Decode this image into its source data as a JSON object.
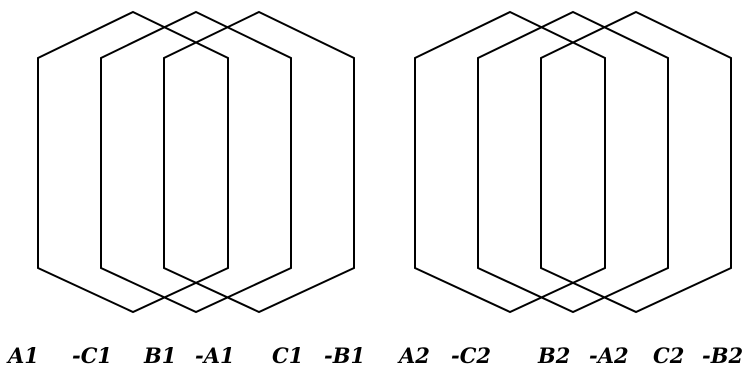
{
  "diagram": {
    "groups": [
      {
        "coils": [
          {
            "labels": [
              "A1",
              "-C1"
            ]
          },
          {
            "labels": [
              "B1",
              "-A1"
            ]
          },
          {
            "labels": [
              "C1",
              "-B1"
            ]
          }
        ]
      },
      {
        "coils": [
          {
            "labels": [
              "A2",
              "-C2"
            ]
          },
          {
            "labels": [
              "B2",
              "-A2"
            ]
          },
          {
            "labels": [
              "C2",
              "-B2"
            ]
          }
        ]
      }
    ],
    "line_color": "#000000",
    "background_color": "#ffffff"
  }
}
